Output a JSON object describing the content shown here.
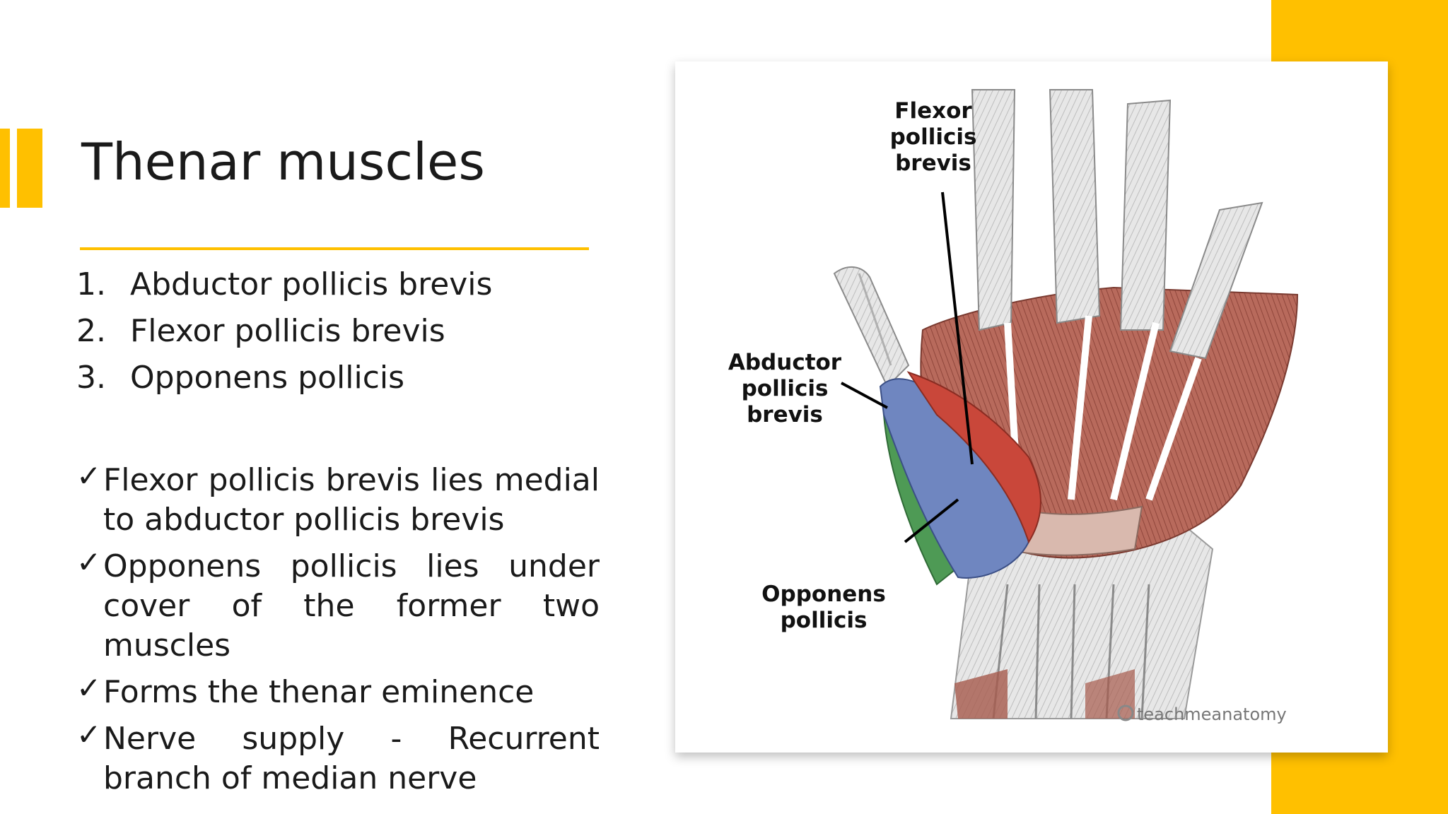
{
  "slide": {
    "title": "Thenar muscles",
    "muscles": [
      {
        "number": "1.",
        "name": "Abductor pollicis brevis"
      },
      {
        "number": "2.",
        "name": "Flexor pollicis brevis"
      },
      {
        "number": "3.",
        "name": "Opponens pollicis"
      }
    ],
    "facts": [
      {
        "mark": "✓",
        "text": "Flexor pollicis brevis lies medial to abductor pollicis brevis"
      },
      {
        "mark": "✓",
        "text": "Opponens pollicis lies under cover of the former two muscles"
      },
      {
        "mark": "✓",
        "text": "Forms the thenar eminence"
      },
      {
        "mark": "✓",
        "text": "Nerve supply - Recurrent branch of median nerve"
      }
    ]
  },
  "figure": {
    "labels": {
      "fpb_line1": "Flexor",
      "fpb_line2": "pollicis",
      "fpb_line3": "brevis",
      "apb_line1": "Abductor",
      "apb_line2": "pollicis",
      "apb_line3": "brevis",
      "op_line1": "Opponens",
      "op_line2": "pollicis"
    },
    "watermark": "teachmeanatomy"
  },
  "colors": {
    "accent": "#FFC000",
    "abductor": "#6f86c0",
    "flexor": "#c9473a",
    "opponens": "#4e9a55"
  }
}
